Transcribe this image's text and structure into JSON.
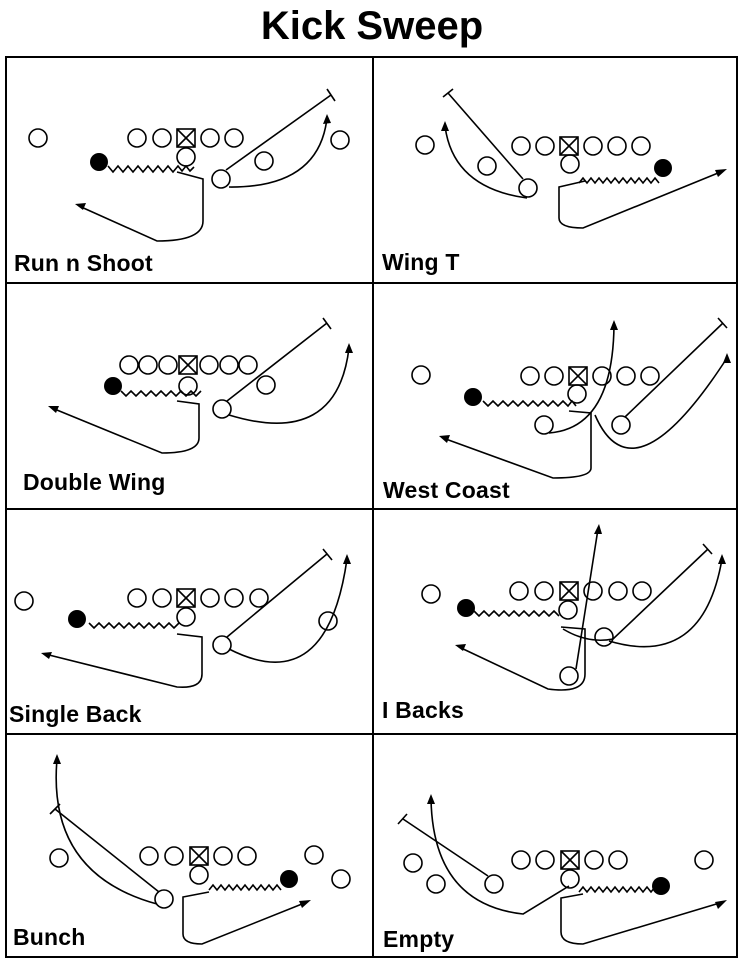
{
  "title": "Kick Sweep",
  "formations": [
    {
      "label": "Run n Shoot"
    },
    {
      "label": "Wing T"
    },
    {
      "label": "Double Wing"
    },
    {
      "label": "West Coast"
    },
    {
      "label": "Single Back"
    },
    {
      "label": "I Backs"
    },
    {
      "label": "Bunch"
    },
    {
      "label": "Empty"
    }
  ]
}
